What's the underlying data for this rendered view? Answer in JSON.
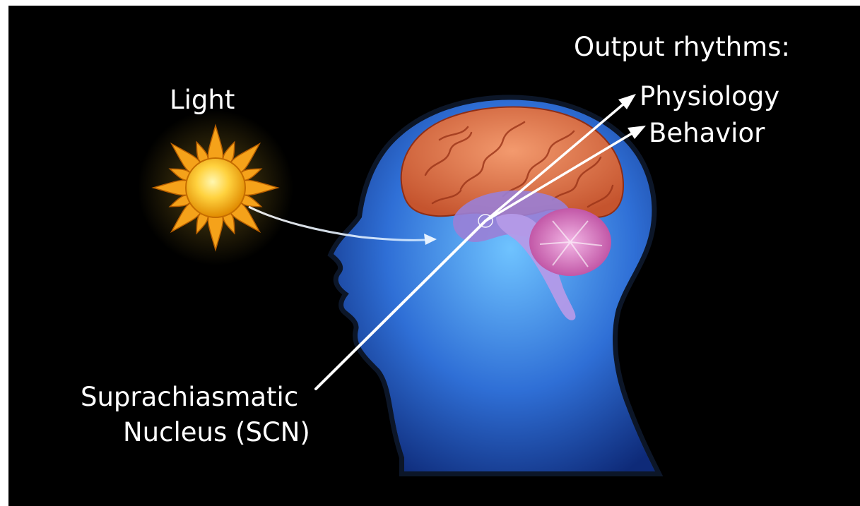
{
  "labels": {
    "light": "Light",
    "output_title": "Output rhythms:",
    "physiology": "Physiology",
    "behavior": "Behavior",
    "scn_line1": "Suprachiasmatic",
    "scn_line2": "Nucleus (SCN)"
  },
  "colors": {
    "background": "#000000",
    "text": "#ffffff",
    "head_blue": "#2f6fd6",
    "cerebrum": "#d9714a",
    "cerebellum": "#c95aa8",
    "sun_core": "#ffb300",
    "sun_rays": "#f5a21a"
  },
  "icons": {
    "sun": "sun-icon",
    "head": "human-head-silhouette",
    "brain": "brain-illustration"
  }
}
